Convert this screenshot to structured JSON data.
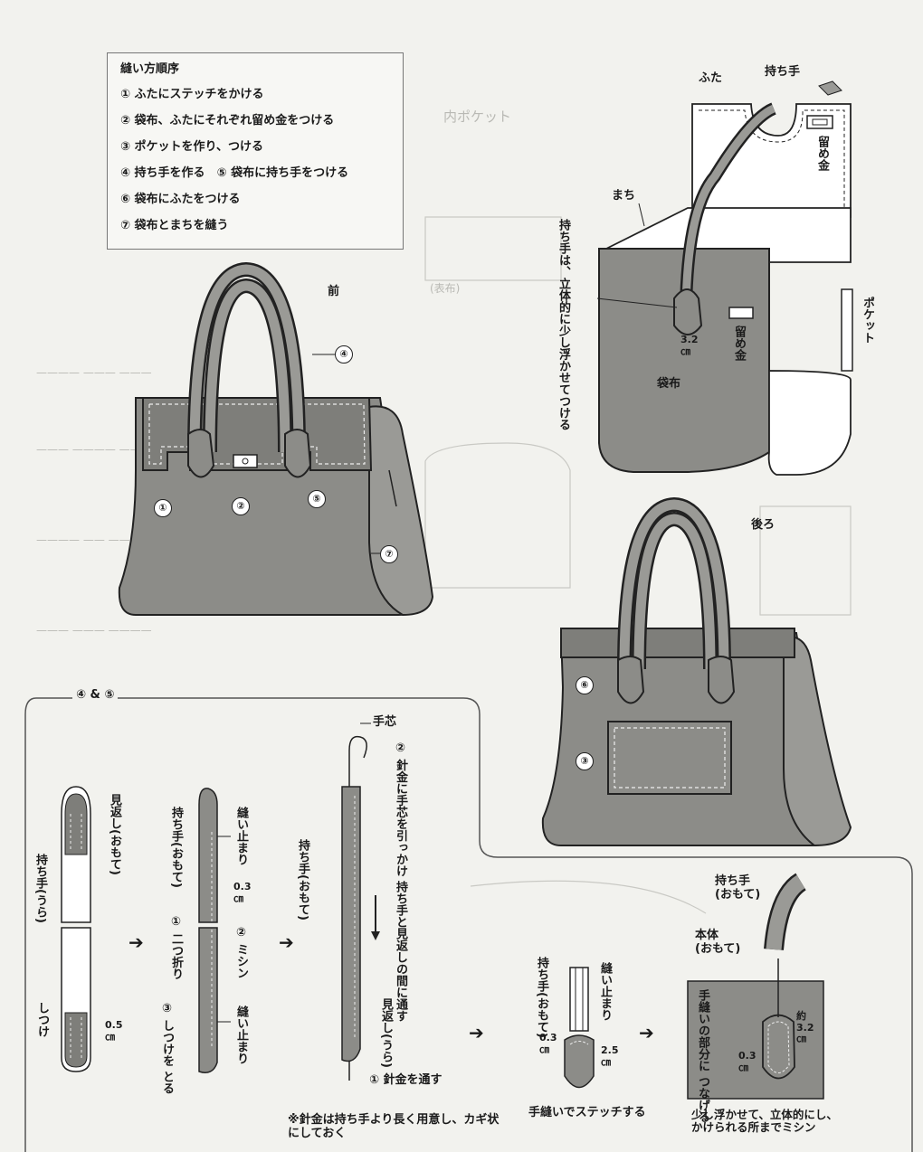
{
  "steps": {
    "title": "縫い方順序",
    "items": [
      "① ふたにステッチをかける",
      "② 袋布、ふたにそれぞれ留め金をつける",
      "③ ポケットを作り、つける",
      "④ 持ち手を作る　⑤ 袋布に持ち手をつける",
      "⑥ 袋布にふたをつける",
      "⑦ 袋布とまちを縫う"
    ]
  },
  "front_bag": {
    "title": "前",
    "markers": [
      "①",
      "②",
      "④",
      "⑤",
      "⑦"
    ]
  },
  "back_bag": {
    "title": "後ろ",
    "markers": [
      "⑥",
      "③"
    ]
  },
  "exploded": {
    "futa": "ふた",
    "mochite": "持ち手",
    "machi": "まち",
    "tomegane_right": "留め金",
    "tomegane_center": "留め金",
    "fukuro": "袋布",
    "pocket": "ポケット",
    "measure": "3.2\n㎝",
    "note": "持ち手は、立体的に少し浮かせてつける"
  },
  "section": {
    "title": "④ & ⑤",
    "arrow": "➔",
    "d1": {
      "mikaeshi": "見返し(おもて)",
      "mochite_ura": "持ち手(うら)",
      "shitsuke": "しつけ",
      "m05": "0.5\n㎝"
    },
    "d2": {
      "mochite_omote": "持ち手(おもて)",
      "nuidomari_top": "縫い止まり",
      "m03": "0.3\n㎝",
      "step1": "① 二つ折り",
      "step2": "② ミシン",
      "step3": "③ しつけを とる",
      "nuidomari_bottom": "縫い止まり"
    },
    "d3": {
      "teshin": "手芯",
      "step2": "② 針金に手芯を引っかけ 持ち手と見返しの間に通す",
      "mochite_omote": "持ち手(おもて)",
      "mikaeshi_ura": "見返し(うら)",
      "step1": "① 針金を通す",
      "note": "※針金は持ち手より長く用意し、カギ状にしておく"
    },
    "d4": {
      "mochite_omote": "持ち手(おもて)",
      "nuidomari": "縫い止まり",
      "m03": "0.3\n㎝",
      "m25": "2.5\n㎝",
      "caption": "手縫いでステッチする"
    },
    "d5": {
      "mochite_omote": "持ち手\n(おもて)",
      "hontai_omote": "本体\n(おもて)",
      "tenui": "手縫いの部分に つなげる",
      "m_yaku": "約\n3.2\n㎝",
      "m03": "0.3\n㎝",
      "caption": "少し浮かせて、立体的にし、\nかけられる所までミシン"
    }
  }
}
